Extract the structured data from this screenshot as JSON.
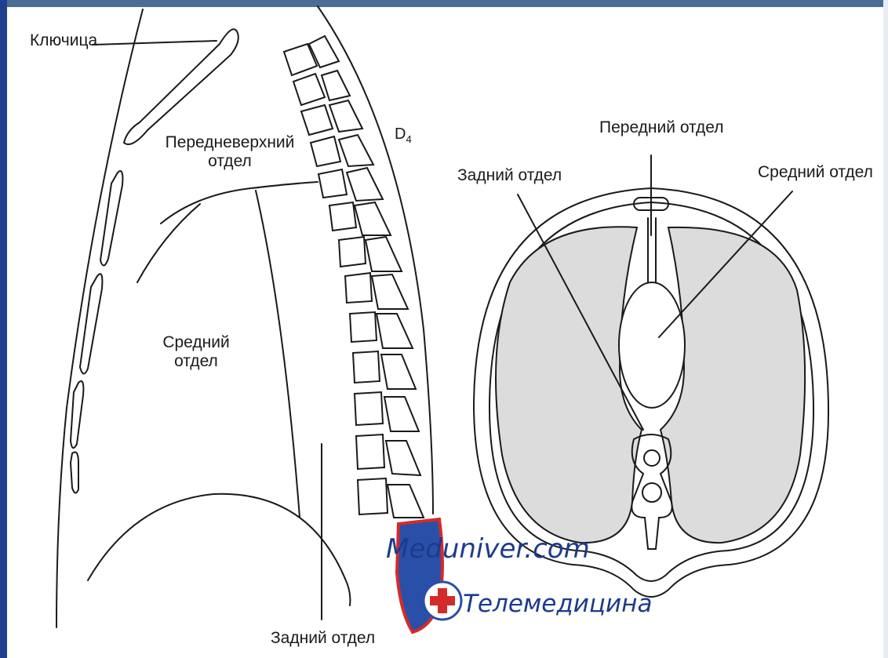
{
  "labels": {
    "clavicle": "Ключица",
    "anterosuperior_line1": "Передневерхний",
    "anterosuperior_line2": "отдел",
    "middle_left_line1": "Средний",
    "middle_left_line2": "отдел",
    "vertebra": "D",
    "vertebra_sub": "4",
    "posterior_bottom": "Задний отдел",
    "anterior_right": "Передний отдел",
    "posterior_right": "Задний отдел",
    "middle_right": "Средний отдел"
  },
  "watermark": {
    "site": "Meduniver.com",
    "subtitle": "Телемедицина"
  },
  "colors": {
    "frame_top": "#4a6e93",
    "frame_left": "#1f3f8f",
    "lung_fill": "#dcdcdc",
    "ink": "#1a1a1a",
    "watermark_text": "#1c3b8c",
    "shield_blue": "#2a4fa8",
    "shield_red": "#d42a2a"
  }
}
